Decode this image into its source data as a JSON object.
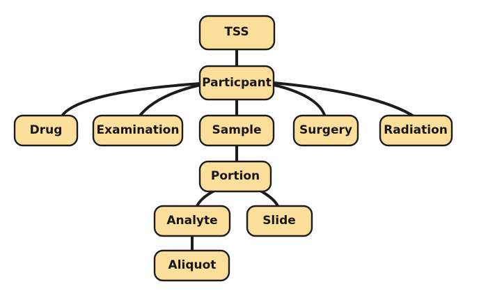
{
  "colors": {
    "node_fill": "#fddf9c",
    "stroke": "#1c1c1c",
    "text": "#161616",
    "background": "#ffffff"
  },
  "nodes": {
    "tss": "TSS",
    "participant": "Particpant",
    "drug": "Drug",
    "examination": "Examination",
    "sample": "Sample",
    "surgery": "Surgery",
    "radiation": "Radiation",
    "portion": "Portion",
    "analyte": "Analyte",
    "slide": "Slide",
    "aliquot": "Aliquot"
  }
}
